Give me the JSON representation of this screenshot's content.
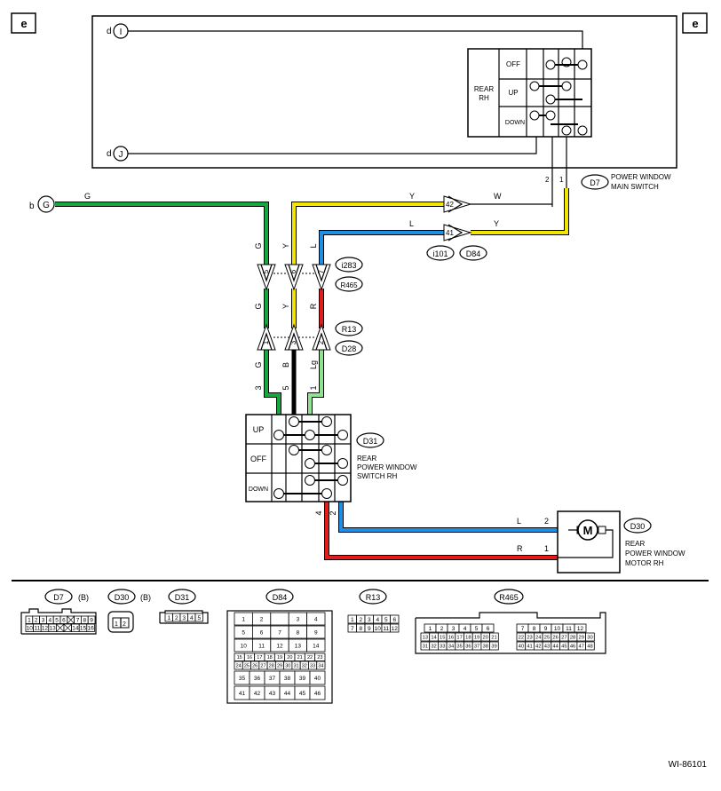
{
  "page_marker": "e",
  "footer_code": "WI-86101",
  "connectors": {
    "d_I": {
      "prefix": "d",
      "letter": "I"
    },
    "d_J": {
      "prefix": "d",
      "letter": "J"
    },
    "b_G": {
      "prefix": "b",
      "letter": "G"
    }
  },
  "main_switch": {
    "label_line1": "REAR",
    "label_line2": "RH",
    "positions": [
      "OFF",
      "UP",
      "DOWN"
    ],
    "pin_left": "2",
    "pin_right": "1",
    "id": "D7",
    "name_line1": "POWER WINDOW",
    "name_line2": "MAIN SWITCH"
  },
  "wires": {
    "g_main": "G",
    "y_upper": "Y",
    "w_right": "W",
    "l_upper": "L",
    "y_right": "Y",
    "g_vert_top": "G",
    "y_vert_top": "Y",
    "l_vert_top": "L",
    "g_vert_mid": "G",
    "y_vert_mid": "Y",
    "r_vert_mid": "R",
    "g_vert_low": "G",
    "b_vert_low": "B",
    "lg_vert_low": "Lg",
    "l_motor": "L",
    "r_motor": "R"
  },
  "pins": {
    "p42": "42",
    "p41": "41",
    "i283_5": "5",
    "i283_6": "6",
    "i283_7": "7",
    "r13_1": "1",
    "r13_3": "3",
    "r13_2": "2",
    "d31_3": "3",
    "d31_5": "5",
    "d31_1": "1",
    "d31_4": "4",
    "d31_2": "2",
    "d30_2": "2",
    "d30_1": "1"
  },
  "connector_ids": {
    "i101": "i101",
    "d84": "D84",
    "i283": "i283",
    "r465": "R465",
    "r13": "R13",
    "d28": "D28"
  },
  "rear_switch": {
    "id": "D31",
    "name_line1": "REAR",
    "name_line2": "POWER WINDOW",
    "name_line3": "SWITCH RH",
    "positions": [
      "UP",
      "OFF",
      "DOWN"
    ]
  },
  "motor": {
    "id": "D30",
    "symbol": "M",
    "name_line1": "REAR",
    "name_line2": "POWER WINDOW",
    "name_line3": "MOTOR RH"
  },
  "legend": {
    "d7": {
      "id": "D7",
      "suffix": "(B)",
      "row1": [
        "1",
        "2",
        "3",
        "4",
        "5",
        "6",
        "",
        "7",
        "8",
        "9"
      ],
      "row2": [
        "10",
        "11",
        "12",
        "13",
        "",
        "",
        "14",
        "15",
        "16"
      ]
    },
    "d30": {
      "id": "D30",
      "suffix": "(B)",
      "pins": [
        "1",
        "2"
      ]
    },
    "d31": {
      "id": "D31",
      "pins": [
        "1",
        "2",
        "3",
        "4",
        "5"
      ]
    },
    "d84": {
      "id": "D84",
      "rows": [
        [
          "1",
          "2",
          "",
          "3",
          "4"
        ],
        [
          "5",
          "6",
          "7",
          "8",
          "9"
        ],
        [
          "10",
          "11",
          "12",
          "13",
          "14"
        ],
        [
          "15",
          "16",
          "17",
          "18",
          "19",
          "20",
          "21",
          "22",
          "23"
        ],
        [
          "24",
          "25",
          "26",
          "27",
          "28",
          "29",
          "30",
          "31",
          "32",
          "33",
          "34"
        ],
        [
          "35",
          "36",
          "37",
          "38",
          "39",
          "40"
        ],
        [
          "41",
          "42",
          "43",
          "44",
          "45",
          "46"
        ]
      ]
    },
    "r13": {
      "id": "R13",
      "row1": [
        "1",
        "2",
        "3",
        "4",
        "5",
        "6"
      ],
      "row2": [
        "7",
        "8",
        "9",
        "10",
        "11",
        "12"
      ]
    },
    "r465": {
      "id": "R465",
      "left_row1": [
        "1",
        "2",
        "3",
        "4",
        "5",
        "6"
      ],
      "left_row2": [
        "13",
        "14",
        "15",
        "16",
        "17",
        "18",
        "19",
        "20",
        "21"
      ],
      "left_row3": [
        "31",
        "32",
        "33",
        "34",
        "35",
        "36",
        "37",
        "38",
        "39"
      ],
      "right_row1": [
        "7",
        "8",
        "9",
        "10",
        "11",
        "12"
      ],
      "right_row2": [
        "22",
        "23",
        "24",
        "25",
        "26",
        "27",
        "28",
        "29",
        "30"
      ],
      "right_row3": [
        "40",
        "41",
        "42",
        "43",
        "44",
        "45",
        "46",
        "47",
        "48"
      ]
    }
  },
  "colors": {
    "green": "#16a83e",
    "yellow": "#f2e600",
    "blue": "#1f8fe6",
    "red": "#e31b1b",
    "black": "#000000",
    "light_green": "#8ee38e"
  }
}
